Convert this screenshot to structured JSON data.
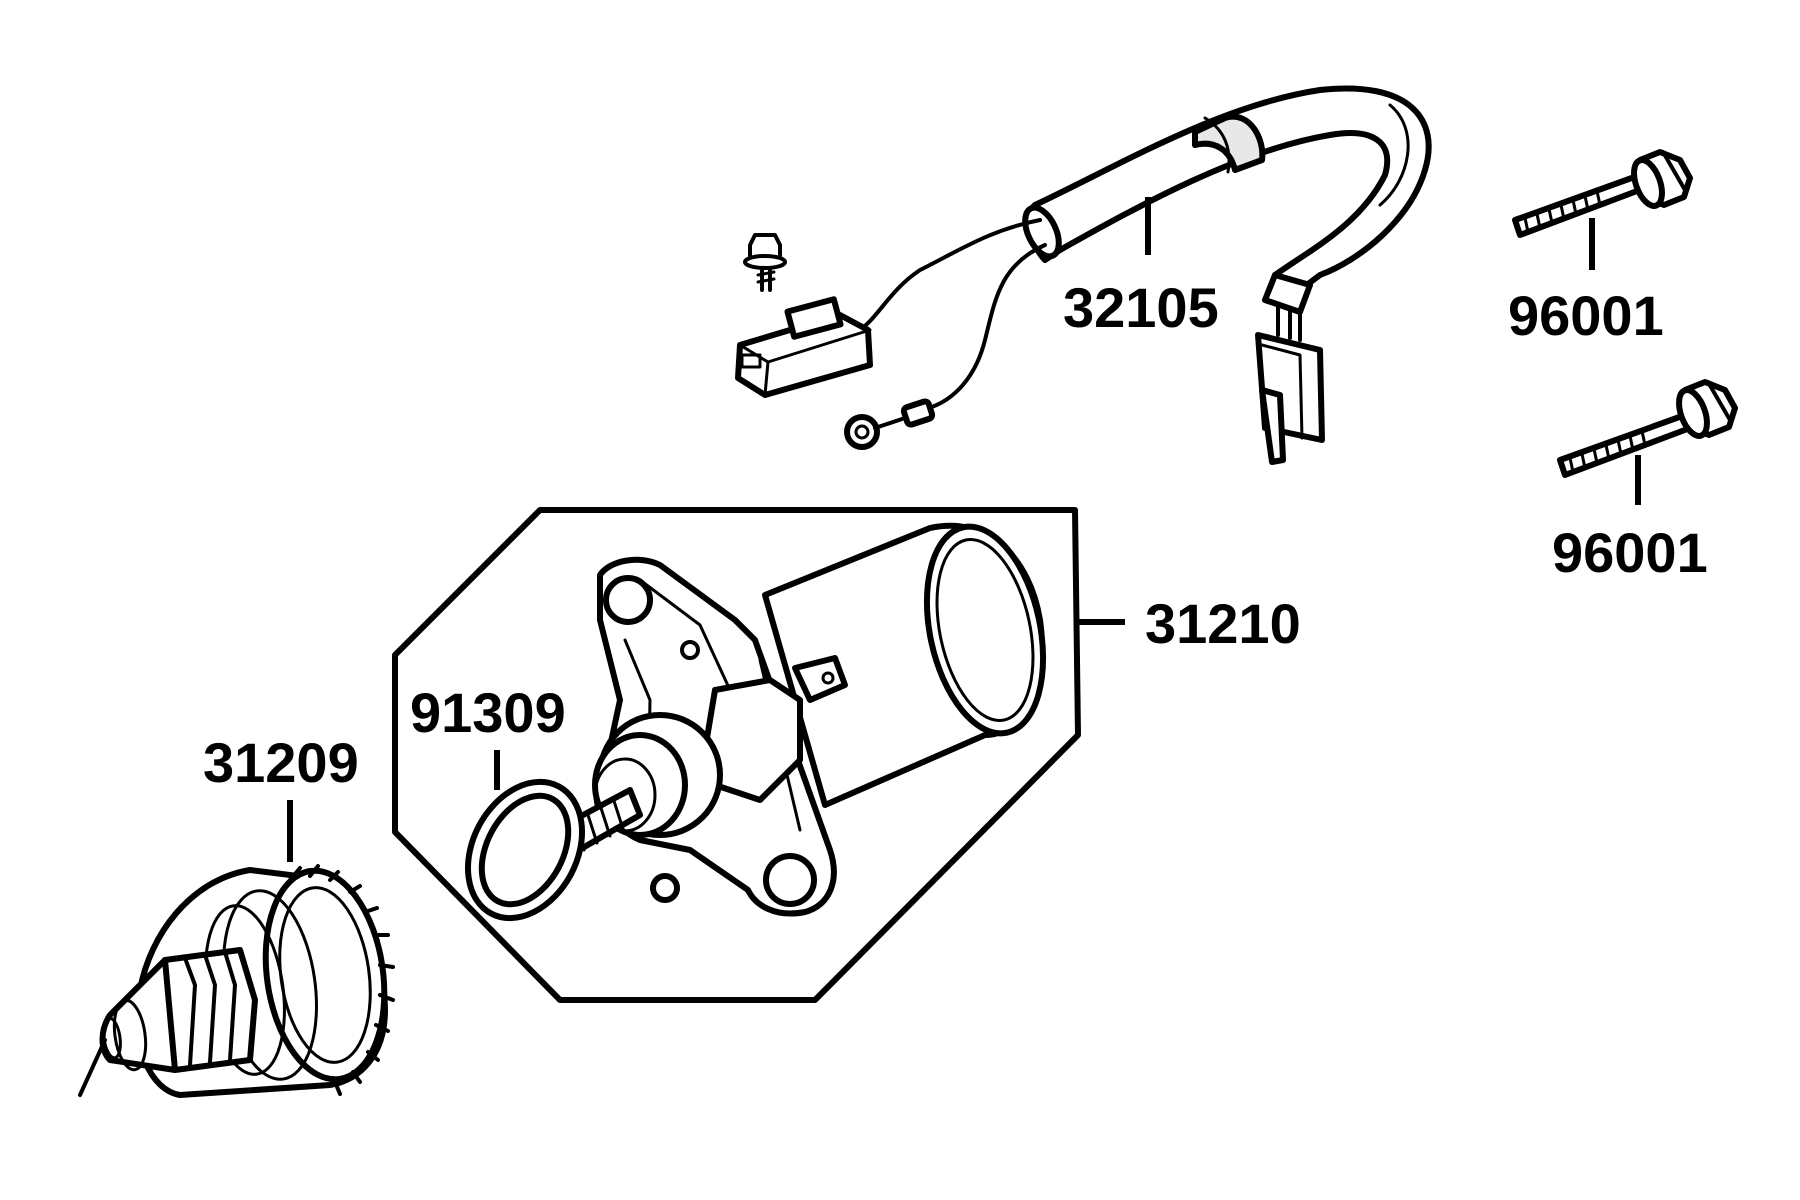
{
  "diagram": {
    "parts": [
      {
        "id": "32105",
        "label": "32105",
        "name": "wiring-harness"
      },
      {
        "id": "96001a",
        "label": "96001",
        "name": "bolt-upper"
      },
      {
        "id": "96001b",
        "label": "96001",
        "name": "bolt-lower"
      },
      {
        "id": "31210",
        "label": "31210",
        "name": "starter-motor-assembly"
      },
      {
        "id": "91309",
        "label": "91309",
        "name": "o-ring"
      },
      {
        "id": "31209",
        "label": "31209",
        "name": "starter-pinion-gear"
      }
    ]
  },
  "colors": {
    "line": "#000000",
    "background": "#ffffff"
  }
}
